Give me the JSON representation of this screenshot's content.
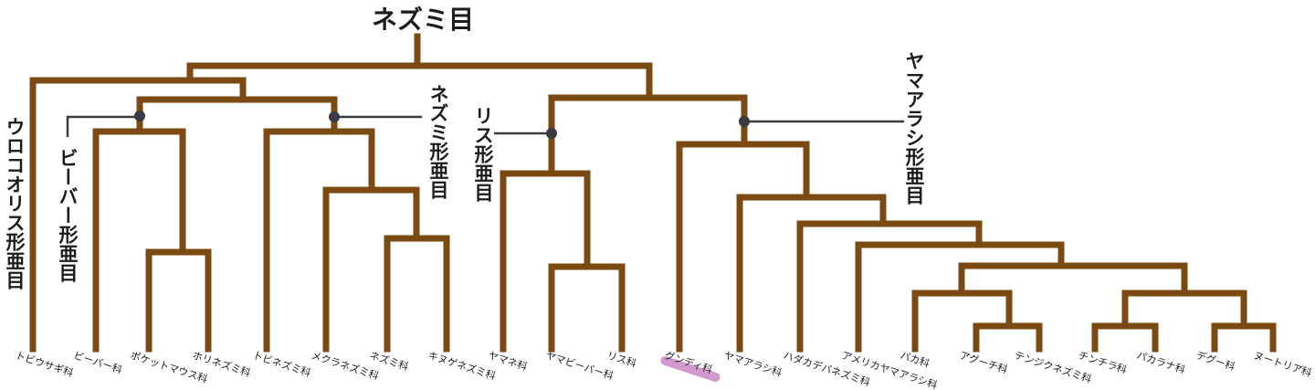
{
  "title": "ネズミ目",
  "suborders": {
    "anomaluromorpha": "ウロコオリス形亜目",
    "castorimorpha": "ビーバー形亜目",
    "myomorpha": "ネズミ形亜目",
    "sciuromorpha": "リス形亜目",
    "hystricomorpha": "ヤマアラシ形亜目"
  },
  "families": [
    "トビウサギ科",
    "ビーバー科",
    "ポケットマウス科",
    "ホリネズミ科",
    "トビネズミ科",
    "メクラネズミ科",
    "ネズミ科",
    "キヌゲネズミ科",
    "ヤマネ科",
    "ヤマビーバー科",
    "リス科",
    "グンディ科",
    "ヤマアラシ科",
    "ハダカデバネズミ科",
    "アメリカヤマアラシ科",
    "パカ科",
    "アグーチ科",
    "テンジクネズミ科",
    "チンチラ科",
    "パカラナ科",
    "デグー科",
    "ヌートリア科"
  ],
  "highlighted_family": "グンディ科",
  "colors": {
    "branch": "#7a4a12",
    "pointer": "#3a3a40",
    "highlight": "#c987c4",
    "text": "#1c1c1c"
  }
}
